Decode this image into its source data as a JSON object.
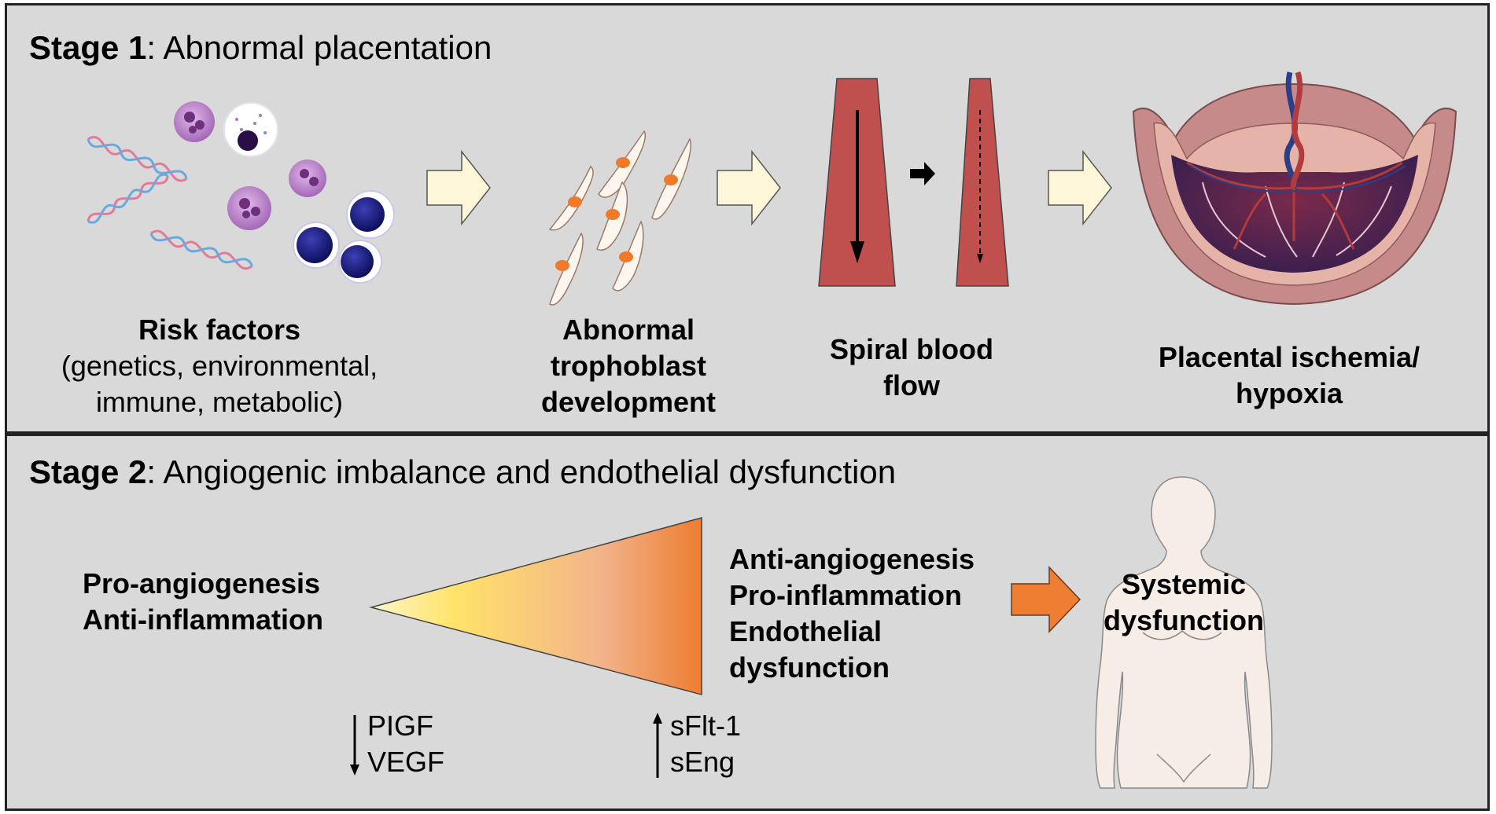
{
  "stage1": {
    "title_bold": "Stage 1",
    "title_rest": ": Abnormal placentation",
    "steps": [
      {
        "title": "Risk factors",
        "lines": [
          "(genetics, environmental,",
          "immune, metabolic)"
        ]
      },
      {
        "title_lines": [
          "Abnormal",
          "trophoblast",
          "development"
        ]
      },
      {
        "title_lines": [
          "Spiral blood",
          "flow"
        ]
      },
      {
        "title_lines": [
          "Placental ischemia/",
          "hypoxia"
        ]
      }
    ]
  },
  "stage2": {
    "title_bold": "Stage 2",
    "title_rest": ": Angiogenic imbalance and endothelial dysfunction",
    "left_lines": [
      "Pro-angiogenesis",
      "Anti-inflammation"
    ],
    "right_lines": [
      "Anti-angiogenesis",
      "Pro-inflammation",
      "Endothelial",
      "dysfunction"
    ],
    "outcome_lines": [
      "Systemic",
      "dysfunction"
    ],
    "down_markers": [
      "PIGF",
      "VEGF"
    ],
    "up_markers": [
      "sFlt-1",
      "sEng"
    ]
  },
  "colors": {
    "panel_bg": "#d9d9d9",
    "process_arrow": "#fdf6d8",
    "vessel": "#c0504d",
    "gradient_start": "#ffe36a",
    "gradient_end": "#ed7d31",
    "outcome_arrow": "#ed7d31"
  }
}
